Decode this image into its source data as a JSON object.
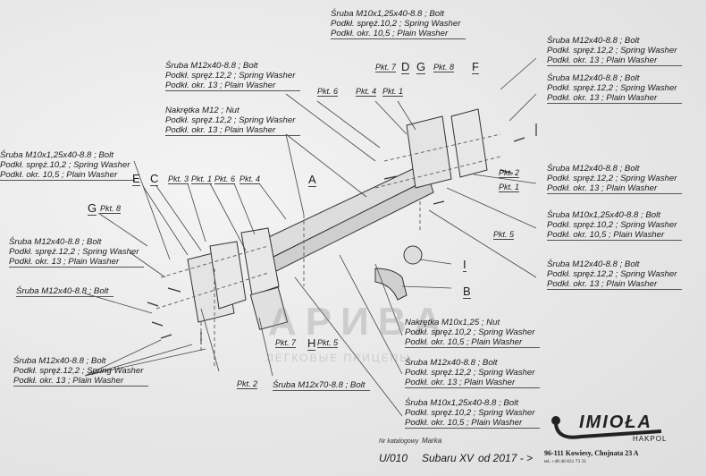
{
  "blocks": [
    [
      "Śruba M10x1,25x40-8.8 ; Bolt",
      "Podkł. spręż.10,2 ; Spring Washer",
      "Podkł. okr. 10,5 ; Plain Washer"
    ],
    [
      "Śruba M12x40-8.8 ; Bolt",
      "Podkł. spręż.12,2 ; Spring Washer",
      "Podkł. okr. 13 ; Plain Washer"
    ],
    [
      "Śruba M12x40-8.8 ; Bolt",
      "Podkł. spręż.12,2 ; Spring Washer",
      "Podkł. okr. 13 ; Plain Washer"
    ],
    [
      "Śruba M12x40-8.8 ; Bolt",
      "Podkł. spręż.12,2 ; Spring Washer",
      "Podkł. okr. 13 ; Plain Washer"
    ],
    [
      "Nakrętka M12 ; Nut",
      "Podkł. spręż.12,2 ; Spring Washer",
      "Podkł. okr. 13 ; Plain Washer"
    ],
    [
      "Śruba M10x1,25x40-8.8 ; Bolt",
      "Podkł. spręż.10,2 ; Spring Washer",
      "Podkł. okr. 10,5 ; Plain Washer"
    ],
    [
      "Śruba M12x40-8.8 ; Bolt",
      "Podkł. spręż.12,2 ; Spring Washer",
      "Podkł. okr. 13 ; Plain Washer"
    ],
    [
      "Śruba M10x1,25x40-8.8 ; Bolt",
      "Podkł. spręż.10,2 ; Spring Washer",
      "Podkł. okr. 10,5 ; Plain Washer"
    ],
    [
      "Śruba M12x40-8.8 ; Bolt",
      "Podkł. spręż.12,2 ; Spring Washer",
      "Podkł. okr. 13 ; Plain Washer"
    ],
    [
      "Śruba M12x40-8.8 ; Bolt",
      "Podkł. spręż.12,2 ; Spring Washer",
      "Podkł. okr. 13 ; Plain Washer"
    ],
    [
      "Śruba M12x40-8.8 ; Bolt"
    ],
    [
      "Śruba M12x40-8.8 ; Bolt",
      "Podkł. spręż.12,2 ; Spring Washer",
      "Podkł. okr. 13 ; Plain Washer"
    ],
    [
      "Nakrętka M10x1,25 ; Nut",
      "Podkł. spręż.10,2 ; Spring Washer",
      "Podkł. okr. 10,5 ; Plain Washer"
    ],
    [
      "Śruba M12x40-8.8 ; Bolt",
      "Podkł. spręż.12,2 ; Spring Washer",
      "Podkł. okr. 13 ; Plain Washer"
    ],
    [
      "Śruba M10x1,25x40-8.8 ; Bolt",
      "Podkł. spręż.10,2 ; Spring Washer",
      "Podkł. okr. 10,5 ; Plain Washer"
    ],
    [
      "Śruba M12x70-8.8 ; Bolt"
    ]
  ],
  "pkts": [
    "Pkt. 7",
    "Pkt. 8",
    "Pkt. 6",
    "Pkt. 4",
    "Pkt. 1",
    "Pkt. 2",
    "Pkt. 1",
    "Pkt. 5",
    "Pkt. 3",
    "Pkt. 1",
    "Pkt. 6",
    "Pkt. 4",
    "Pkt. 8",
    "Pkt. 7",
    "Pkt. 5",
    "Pkt. 2"
  ],
  "letters": [
    "D",
    "G",
    "F",
    "A",
    "E",
    "C",
    "G",
    "I",
    "B",
    "H"
  ],
  "watermark": {
    "main": "АРИВА",
    "sub": "ЛЕГКОВЫЕ ПРИЦЕПЫ"
  },
  "footer": {
    "catalog_label": "Nr katalogowy",
    "catalog_value": "U/010",
    "brand_label": "Marka",
    "brand_value": "Subaru XV",
    "years": "od 2017 - >",
    "logo": "IMIOŁA",
    "logo_sub": "HAKPOL",
    "address": "96-111 Kowiesy, Chojnata 23 A",
    "phone": "tel. +48 46 831 73 31"
  }
}
